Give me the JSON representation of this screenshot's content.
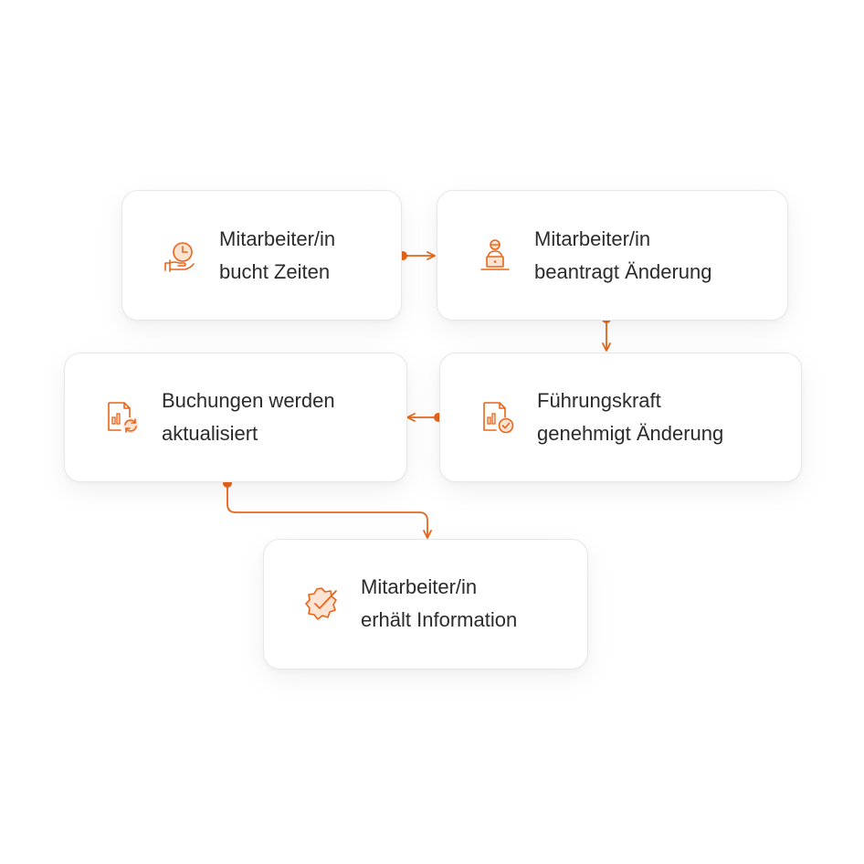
{
  "accent_color": "#e8651a",
  "steps": [
    {
      "icon": "clock-hand-icon",
      "lines": [
        "Mitarbeiter/in",
        "bucht Zeiten"
      ]
    },
    {
      "icon": "person-laptop-icon",
      "lines": [
        "Mitarbeiter/in",
        "beantragt Änderung"
      ]
    },
    {
      "icon": "document-refresh-icon",
      "lines": [
        "Buchungen werden",
        "aktualisiert"
      ]
    },
    {
      "icon": "document-check-icon",
      "lines": [
        "Führungskraft",
        "genehmigt Änderung"
      ]
    },
    {
      "icon": "badge-check-icon",
      "lines": [
        "Mitarbeiter/in",
        "erhält Information"
      ]
    }
  ]
}
